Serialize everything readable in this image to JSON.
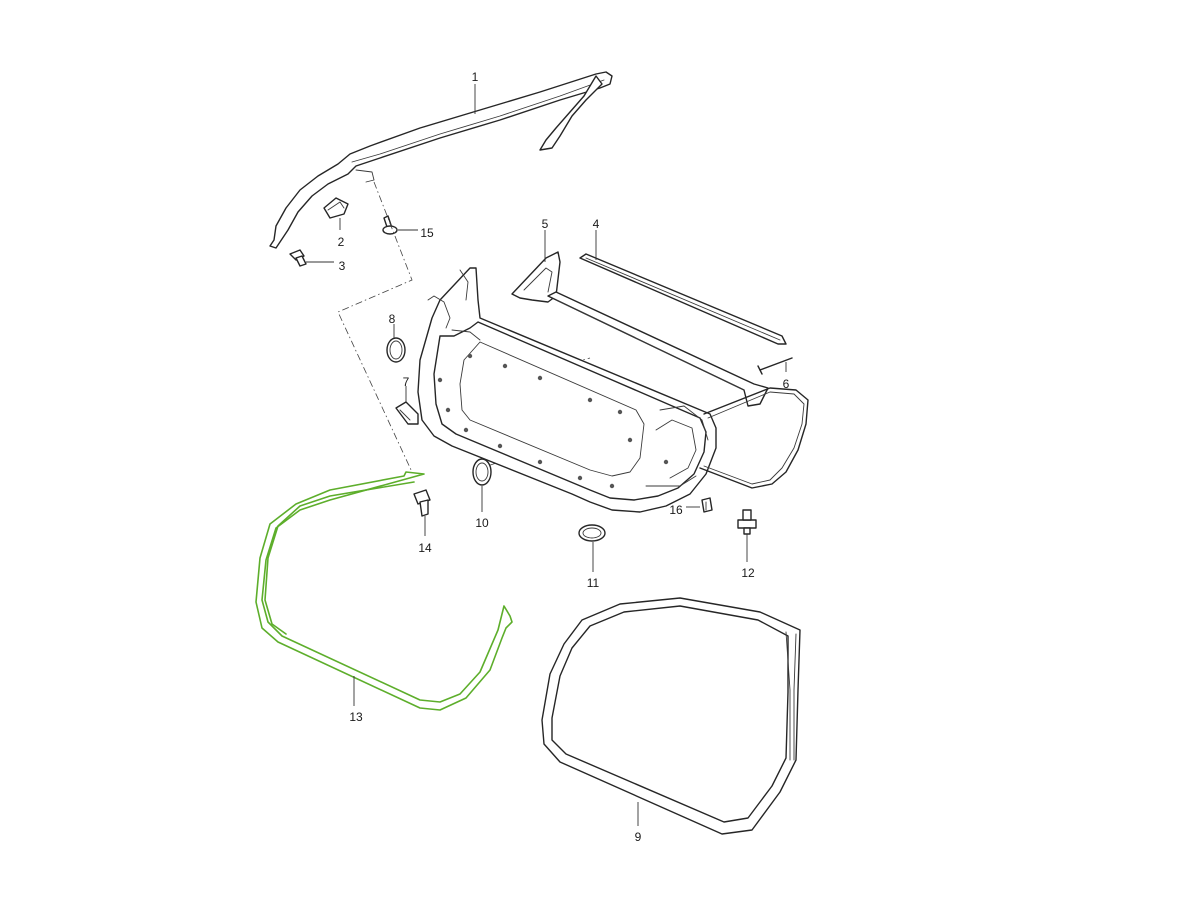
{
  "callouts": [
    {
      "id": "1",
      "label": "1"
    },
    {
      "id": "2",
      "label": "2"
    },
    {
      "id": "3",
      "label": "3"
    },
    {
      "id": "4",
      "label": "4"
    },
    {
      "id": "5",
      "label": "5"
    },
    {
      "id": "6",
      "label": "6"
    },
    {
      "id": "7",
      "label": "7"
    },
    {
      "id": "8",
      "label": "8"
    },
    {
      "id": "9",
      "label": "9"
    },
    {
      "id": "10",
      "label": "10"
    },
    {
      "id": "11",
      "label": "11"
    },
    {
      "id": "12",
      "label": "12"
    },
    {
      "id": "13",
      "label": "13"
    },
    {
      "id": "14",
      "label": "14"
    },
    {
      "id": "15",
      "label": "15"
    },
    {
      "id": "16",
      "label": "16"
    }
  ],
  "colors": {
    "line": "#262626",
    "highlight": "#5dae2b",
    "background": "#ffffff"
  }
}
